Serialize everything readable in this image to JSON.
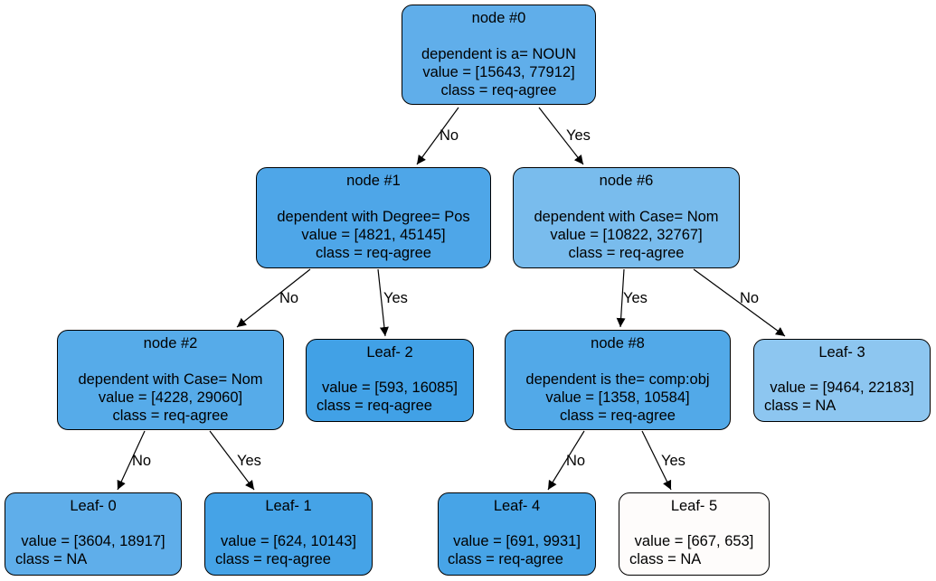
{
  "nodes": {
    "n0": {
      "title": "node #0",
      "condition": "dependent is a= NOUN",
      "value": "value = [15643, 77912]",
      "class": "class = req-agree",
      "color": "#60aeea"
    },
    "n1": {
      "title": "node #1",
      "condition": "dependent with Degree= Pos",
      "value": "value = [4821, 45145]",
      "class": "class = req-agree",
      "color": "#4ea6e8"
    },
    "n6": {
      "title": "node #6",
      "condition": "dependent with Case= Nom",
      "value": "value = [10822, 32767]",
      "class": "class = req-agree",
      "color": "#79bced"
    },
    "n2": {
      "title": "node #2",
      "condition": "dependent with Case= Nom",
      "value": "value = [4228, 29060]",
      "class": "class = req-agree",
      "color": "#56abe9"
    },
    "leaf2": {
      "title": "Leaf- 2",
      "value": "value = [593, 16085]",
      "class": "class = req-agree",
      "color": "#41a1e6"
    },
    "n8": {
      "title": "node #8",
      "condition": "dependent is the= comp:obj",
      "value": "value = [1358, 10584]",
      "class": "class = req-agree",
      "color": "#52a9e8"
    },
    "leaf3": {
      "title": "Leaf- 3",
      "value": "value = [9464, 22183]",
      "class": "class = NA",
      "color": "#8dc6f0"
    },
    "leaf0": {
      "title": "Leaf- 0",
      "value": "value = [3604, 18917]",
      "class": "class = NA",
      "color": "#5faeea"
    },
    "leaf1": {
      "title": "Leaf- 1",
      "value": "value = [624, 10143]",
      "class": "class = req-agree",
      "color": "#45a3e7"
    },
    "leaf4": {
      "title": "Leaf- 4",
      "value": "value = [691, 9931]",
      "class": "class = req-agree",
      "color": "#47a4e7"
    },
    "leaf5": {
      "title": "Leaf- 5",
      "value": "value = [667, 653]",
      "class": "class = NA",
      "color": "#fefcfb"
    }
  },
  "edges": {
    "e0_1": "No",
    "e0_6": "Yes",
    "e1_2": "No",
    "e1_l2": "Yes",
    "e6_8": "Yes",
    "e6_l3": "No",
    "e2_l0": "No",
    "e2_l1": "Yes",
    "e8_l4": "No",
    "e8_l5": "Yes"
  }
}
